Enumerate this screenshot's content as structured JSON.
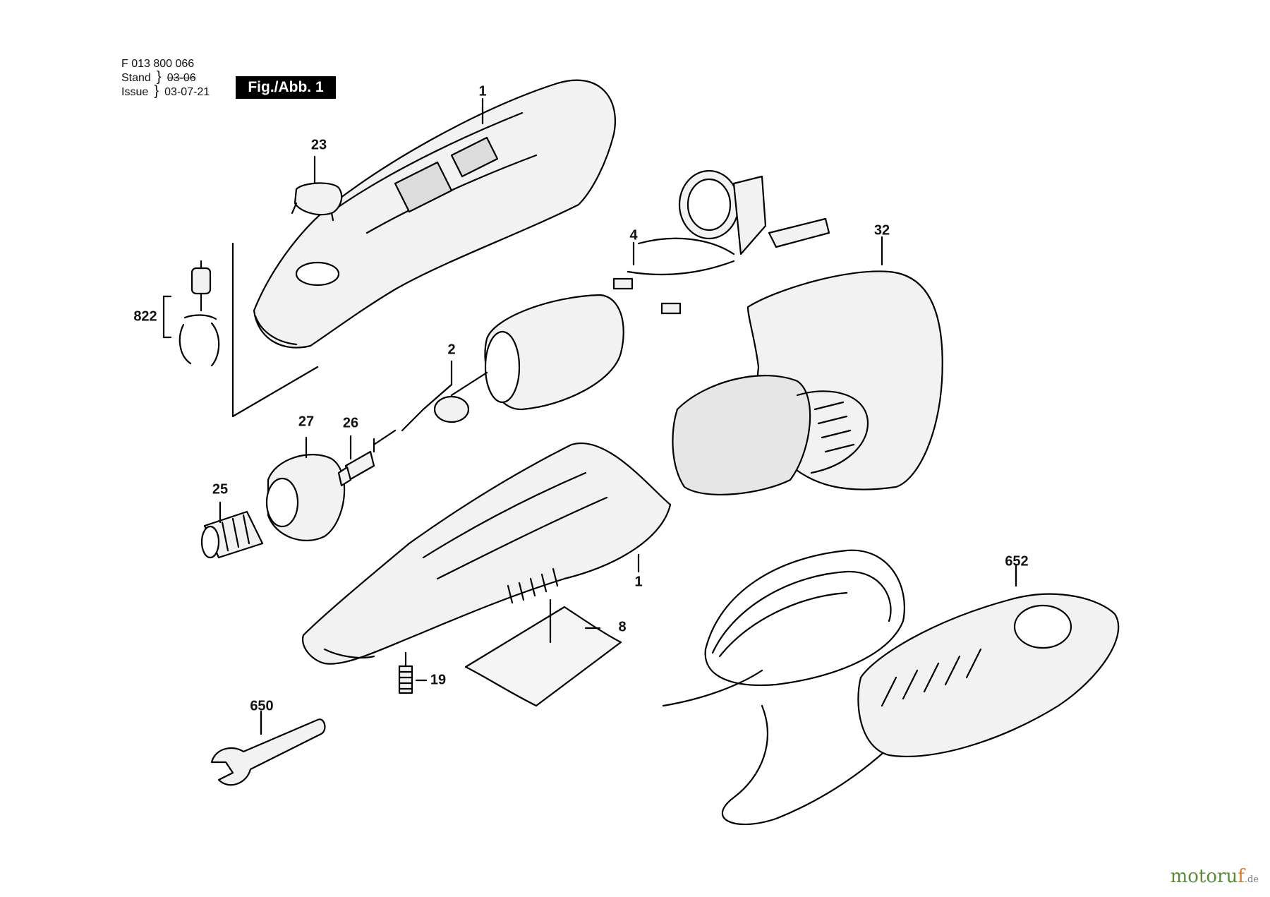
{
  "header": {
    "part_number": "F 013 800 066",
    "stand_label": "Stand",
    "stand_value": "03-06",
    "issue_label": "Issue",
    "issue_value": "03-07-21",
    "figure_label": "Fig./Abb. 1"
  },
  "labels": {
    "housing_top": "1",
    "cap": "23",
    "lock_set": "822",
    "wiring": "4",
    "motor": "2",
    "battery": "32",
    "nut": "27",
    "collet": "26",
    "shaft_lock": "25",
    "housing_bottom": "1",
    "label_sheet": "8",
    "charger": "652",
    "screw": "19",
    "wrench": "650"
  },
  "watermark": {
    "brand_a": "motor",
    "brand_b": "u",
    "brand_c": "f",
    "tld": ".de"
  }
}
